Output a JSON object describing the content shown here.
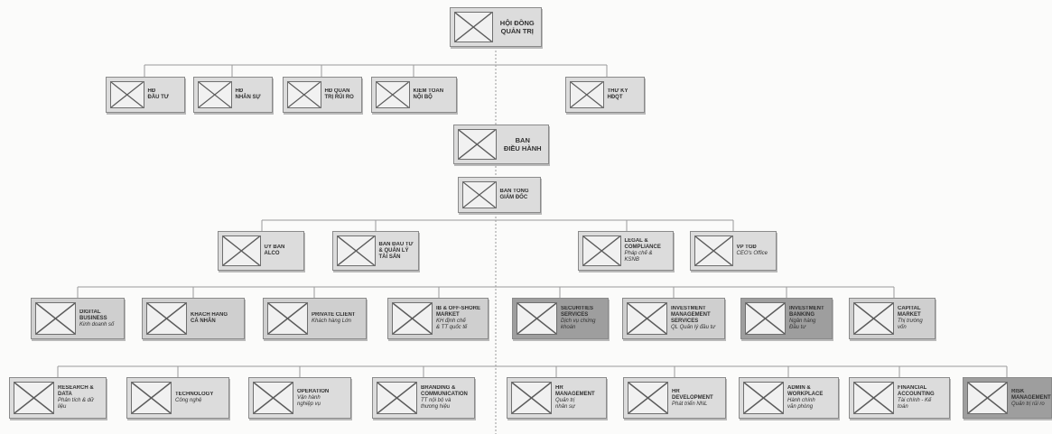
{
  "title": "HỘI ĐỒNG QUẢN TRỊ",
  "nodes": [
    {
      "id": "hdqt",
      "label": [
        "HỘI ĐỒNG",
        "QUẢN TRỊ"
      ],
      "tone": "light",
      "big": true
    },
    {
      "id": "hd-dau-tu",
      "label": [
        "HĐ",
        "ĐẦU TƯ"
      ],
      "tone": "light"
    },
    {
      "id": "hd-nhan-su",
      "label": [
        "HĐ",
        "NHÂN SỰ"
      ],
      "tone": "light"
    },
    {
      "id": "hd-quan-tri-rui-ro",
      "label": [
        "HĐ QUẢN",
        "TRỊ RỦI RO"
      ],
      "tone": "light"
    },
    {
      "id": "kiem-toan-noi-bo",
      "label": [
        "KIỂM TOÁN",
        "NỘI BỘ"
      ],
      "tone": "light"
    },
    {
      "id": "thu-ky-hdqt",
      "label": [
        "THƯ KÝ",
        "HĐQT"
      ],
      "tone": "light"
    },
    {
      "id": "ban-dieu-hanh",
      "label": [
        "BAN",
        "ĐIỀU HÀNH"
      ],
      "tone": "light",
      "big": true
    },
    {
      "id": "ban-tong-giam-doc",
      "label": [
        "BAN TỔNG",
        "GIÁM ĐỐC"
      ],
      "tone": "light"
    },
    {
      "id": "uy-ban-alco",
      "label": [
        "ỦY BAN ALCO"
      ],
      "tone": "light"
    },
    {
      "id": "ban-dau-tu-quan-ly-tai-san",
      "label": [
        "BAN ĐẦU TƯ",
        "& QUẢN LÝ",
        "TÀI SẢN"
      ],
      "tone": "light"
    },
    {
      "id": "legal-compliance",
      "label": [
        "LEGAL &",
        "COMPLIANCE"
      ],
      "sub": [
        "Pháp chế &",
        "KSNB"
      ],
      "tone": "light"
    },
    {
      "id": "vp-tgd",
      "label": [
        "VP TGĐ"
      ],
      "sub": [
        "CEO's Office"
      ],
      "tone": "light"
    },
    {
      "id": "digital-business",
      "label": [
        "DIGITAL",
        "BUSINESS"
      ],
      "sub": [
        "Kinh doanh số"
      ],
      "tone": "mid"
    },
    {
      "id": "khach-hang-ca-nhan",
      "label": [
        "KHÁCH HÀNG",
        "CÁ NHÂN"
      ],
      "tone": "mid"
    },
    {
      "id": "private-client",
      "label": [
        "PRIVATE CLIENT"
      ],
      "sub": [
        "Khách hàng Lớn"
      ],
      "tone": "mid"
    },
    {
      "id": "offshore-market",
      "label": [
        "IB & OFF-SHORE",
        "MARKET"
      ],
      "sub": [
        "KH định chế",
        "& TT quốc tế"
      ],
      "tone": "mid"
    },
    {
      "id": "securities-services",
      "label": [
        "SECURITIES",
        "SERVICES"
      ],
      "sub": [
        "Dịch vụ chứng",
        "khoán"
      ],
      "tone": "dark"
    },
    {
      "id": "investment-management-services",
      "label": [
        "INVESTMENT",
        "MANAGEMENT",
        "SERVICES"
      ],
      "sub": [
        "QL Quản lý đầu tư"
      ],
      "tone": "mid"
    },
    {
      "id": "investment-banking",
      "label": [
        "INVESTMENT",
        "BANKING"
      ],
      "sub": [
        "Ngân hàng",
        "Đầu tư"
      ],
      "tone": "dark"
    },
    {
      "id": "capital-market",
      "label": [
        "CAPITAL",
        "MARKET"
      ],
      "sub": [
        "Thị trường vốn"
      ],
      "tone": "mid"
    },
    {
      "id": "research-data",
      "label": [
        "RESEARCH &",
        "DATA"
      ],
      "sub": [
        "Phân tích & dữ",
        "liệu"
      ],
      "tone": "light"
    },
    {
      "id": "technology",
      "label": [
        "TECHNOLOGY"
      ],
      "sub": [
        "Công nghệ"
      ],
      "tone": "light"
    },
    {
      "id": "operation",
      "label": [
        "OPERATION"
      ],
      "sub": [
        "Vận hành",
        "nghiệp vụ"
      ],
      "tone": "light"
    },
    {
      "id": "branding-communication",
      "label": [
        "BRANDING &",
        "COMMUNICATION"
      ],
      "sub": [
        "TT nội bộ và",
        "thương hiệu"
      ],
      "tone": "light"
    },
    {
      "id": "hr-management",
      "label": [
        "HR",
        "MANAGEMENT"
      ],
      "sub": [
        "Quản trị",
        "nhân sự"
      ],
      "tone": "light"
    },
    {
      "id": "hr-development",
      "label": [
        "HR",
        "DEVELOPMENT"
      ],
      "sub": [
        "Phát triển NNL"
      ],
      "tone": "light"
    },
    {
      "id": "admin-workplace",
      "label": [
        "ADMIN &",
        "WORKPLACE"
      ],
      "sub": [
        "Hành chính",
        "văn phòng"
      ],
      "tone": "light"
    },
    {
      "id": "financial-accounting",
      "label": [
        "FINANCIAL",
        "ACCOUNTING"
      ],
      "sub": [
        "Tài chính - Kế",
        "toán"
      ],
      "tone": "light"
    },
    {
      "id": "risk-management",
      "label": [
        "RISK",
        "MANAGEMENT"
      ],
      "sub": [
        "Quản trị rủi ro"
      ],
      "tone": "dark"
    }
  ]
}
